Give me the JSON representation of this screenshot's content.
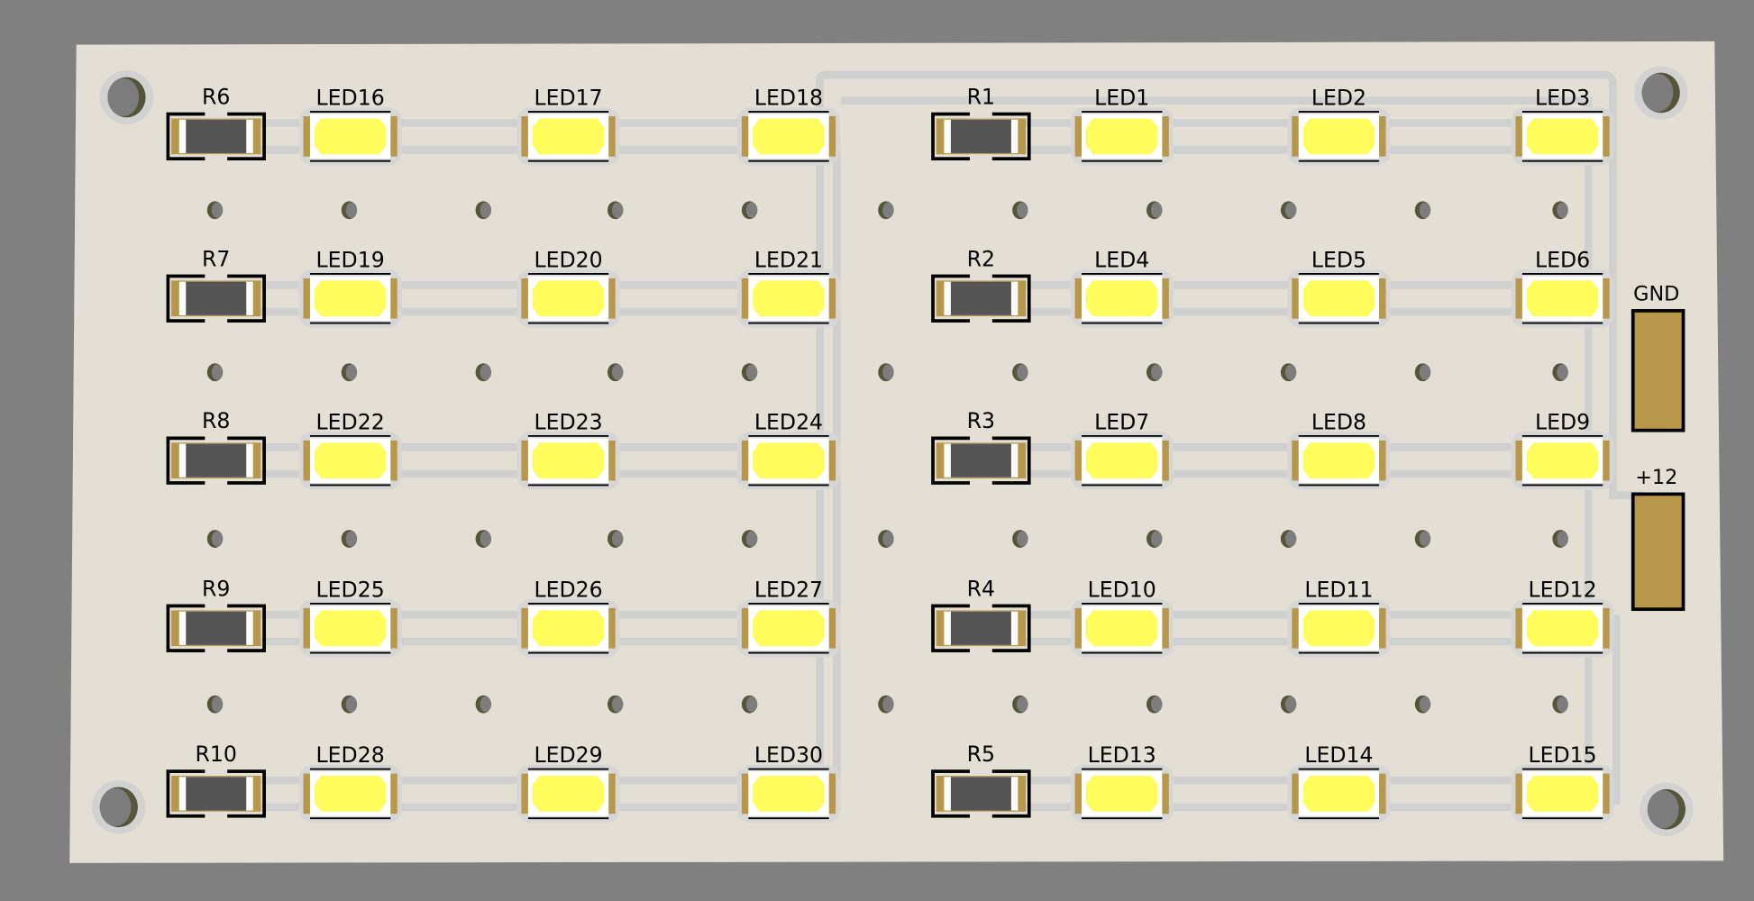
{
  "board": {
    "background_color": "#808080",
    "board_color": "#e3dfd4",
    "pad_color": "#b8964a",
    "led_color": "#fffc5c",
    "trace_color": "#cfcfcf"
  },
  "left_group": {
    "rows": [
      {
        "resistor": "R6",
        "leds": [
          "LED16",
          "LED17",
          "LED18"
        ]
      },
      {
        "resistor": "R7",
        "leds": [
          "LED19",
          "LED20",
          "LED21"
        ]
      },
      {
        "resistor": "R8",
        "leds": [
          "LED22",
          "LED23",
          "LED24"
        ]
      },
      {
        "resistor": "R9",
        "leds": [
          "LED25",
          "LED26",
          "LED27"
        ]
      },
      {
        "resistor": "R10",
        "leds": [
          "LED28",
          "LED29",
          "LED30"
        ]
      }
    ]
  },
  "right_group": {
    "rows": [
      {
        "resistor": "R1",
        "leds": [
          "LED1",
          "LED2",
          "LED3"
        ]
      },
      {
        "resistor": "R2",
        "leds": [
          "LED4",
          "LED5",
          "LED6"
        ]
      },
      {
        "resistor": "R3",
        "leds": [
          "LED7",
          "LED8",
          "LED9"
        ]
      },
      {
        "resistor": "R4",
        "leds": [
          "LED10",
          "LED11",
          "LED12"
        ]
      },
      {
        "resistor": "R5",
        "leds": [
          "LED13",
          "LED14",
          "LED15"
        ]
      }
    ]
  },
  "connectors": [
    {
      "label": "GND"
    },
    {
      "label": "+12"
    }
  ]
}
